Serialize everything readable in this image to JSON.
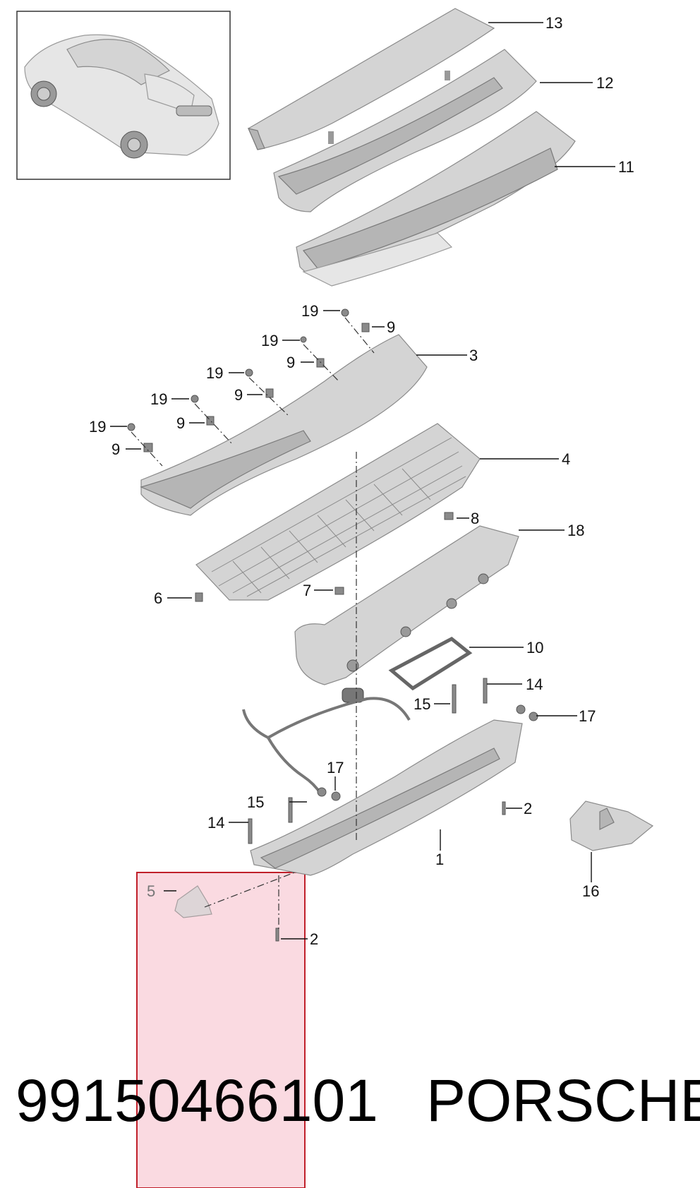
{
  "callouts": {
    "p1": "1",
    "p2a": "2",
    "p2b": "2",
    "p3": "3",
    "p4": "4",
    "p5": "5",
    "p6": "6",
    "p7": "7",
    "p8": "8",
    "p9a": "9",
    "p9b": "9",
    "p9c": "9",
    "p9d": "9",
    "p9e": "9",
    "p10": "10",
    "p11": "11",
    "p12": "12",
    "p13": "13",
    "p14a": "14",
    "p14b": "14",
    "p15a": "15",
    "p15b": "15",
    "p16": "16",
    "p17a": "17",
    "p17b": "17",
    "p18": "18",
    "p19a": "19",
    "p19b": "19",
    "p19c": "19",
    "p19d": "19",
    "p19e": "19"
  },
  "footer": {
    "part_number": "99150466101",
    "brand": "PORSCHE"
  },
  "colors": {
    "highlight_border": "#c0202a",
    "highlight_fill": "#f096aa"
  }
}
